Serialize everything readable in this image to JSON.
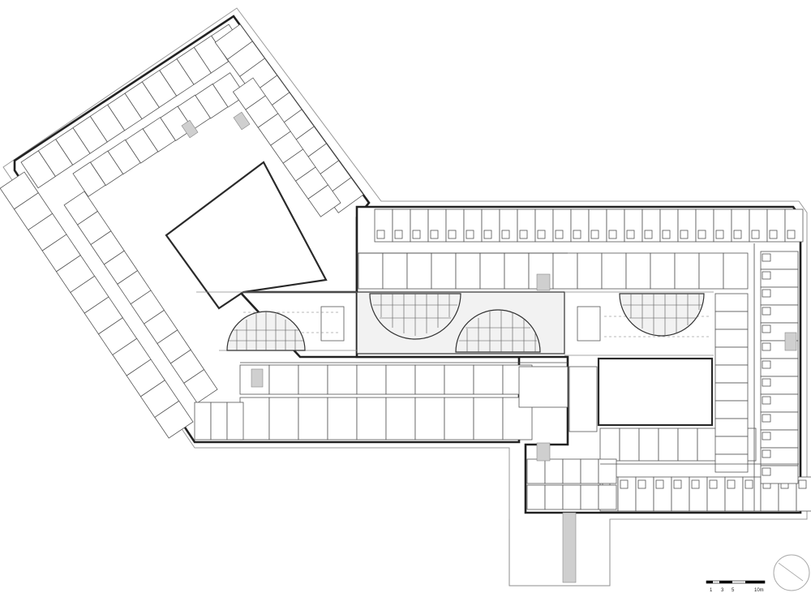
{
  "scale_bar": {
    "ticks": [
      "1",
      "3",
      "5",
      "10m"
    ]
  }
}
